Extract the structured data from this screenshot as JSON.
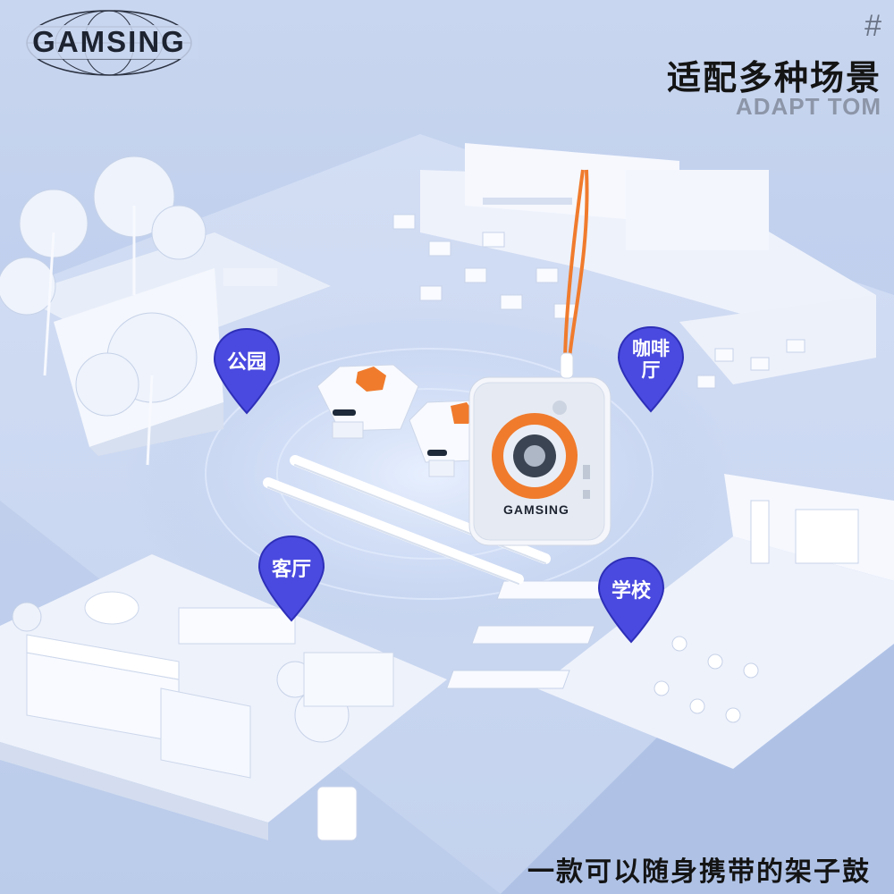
{
  "brand": {
    "name": "GAMSING"
  },
  "header": {
    "hash": "#",
    "title_cn": "适配多种场景",
    "title_en": "ADAPT TOM"
  },
  "pins": [
    {
      "label": "公园",
      "icon": "map-pin-icon"
    },
    {
      "label": "咖啡厅",
      "icon": "map-pin-icon"
    },
    {
      "label": "客厅",
      "icon": "map-pin-icon"
    },
    {
      "label": "学校",
      "icon": "map-pin-icon"
    }
  ],
  "product": {
    "device_brand": "GAMSING"
  },
  "tagline": "一款可以随身携带的架子鼓",
  "colors": {
    "pin": "#4a4ae0",
    "accent": "#f07b2d",
    "platform": "#dfe8f8",
    "background": "#bccdec"
  }
}
